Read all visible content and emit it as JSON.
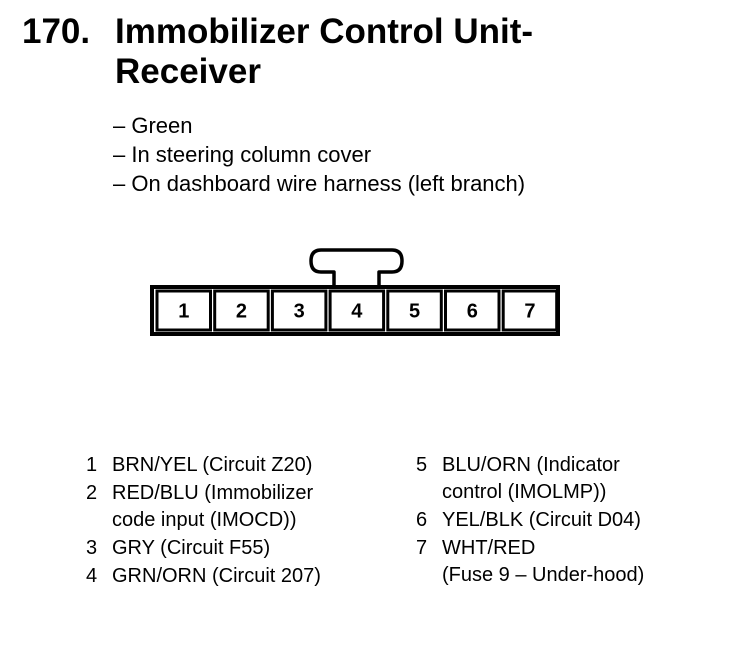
{
  "heading": {
    "number": "170.",
    "title_lines": [
      "Immobilizer Control Unit-",
      "Receiver"
    ]
  },
  "details": [
    "– Green",
    "– In steering column cover",
    "– On dashboard wire harness (left branch)"
  ],
  "connector": {
    "pins": [
      "1",
      "2",
      "3",
      "4",
      "5",
      "6",
      "7"
    ]
  },
  "pins_left": [
    {
      "num": "1",
      "lines": [
        "BRN/YEL (Circuit Z20)"
      ]
    },
    {
      "num": "2",
      "lines": [
        "RED/BLU (Immobilizer",
        "code input (IMOCD))"
      ]
    },
    {
      "num": "3",
      "lines": [
        "GRY (Circuit F55)"
      ]
    },
    {
      "num": "4",
      "lines": [
        "GRN/ORN (Circuit 207)"
      ]
    }
  ],
  "pins_right": [
    {
      "num": "5",
      "lines": [
        "BLU/ORN (Indicator",
        "control (IMOLMP))"
      ]
    },
    {
      "num": "6",
      "lines": [
        "YEL/BLK (Circuit D04)"
      ]
    },
    {
      "num": "7",
      "lines": [
        "WHT/RED",
        "(Fuse 9 – Under-hood)"
      ]
    }
  ]
}
